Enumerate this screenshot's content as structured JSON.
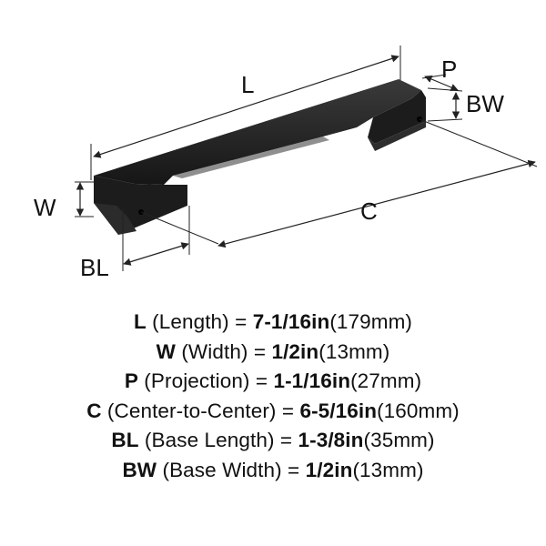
{
  "labels": {
    "length": "L",
    "projection": "P",
    "base_width": "BW",
    "width": "W",
    "center": "C",
    "base_length": "BL"
  },
  "specs": [
    {
      "code": "L",
      "desc": " (Length) = ",
      "imperial": "7-1/16in",
      "metric": "(179mm)"
    },
    {
      "code": "W",
      "desc": " (Width) = ",
      "imperial": "1/2in",
      "metric": "(13mm)"
    },
    {
      "code": "P",
      "desc": " (Projection) = ",
      "imperial": "1-1/16in",
      "metric": "(27mm)"
    },
    {
      "code": "C",
      "desc": " (Center-to-Center) = ",
      "imperial": "6-5/16in",
      "metric": "(160mm)"
    },
    {
      "code": "BL",
      "desc": " (Base Length) = ",
      "imperial": "1-3/8in",
      "metric": "(35mm)"
    },
    {
      "code": "BW",
      "desc": " (Base Width) = ",
      "imperial": "1/2in",
      "metric": "(13mm)"
    }
  ],
  "colors": {
    "handle": "#1c1c1c",
    "handle_highlight": "#3a3a3a",
    "line": "#222222",
    "text": "#111111"
  }
}
